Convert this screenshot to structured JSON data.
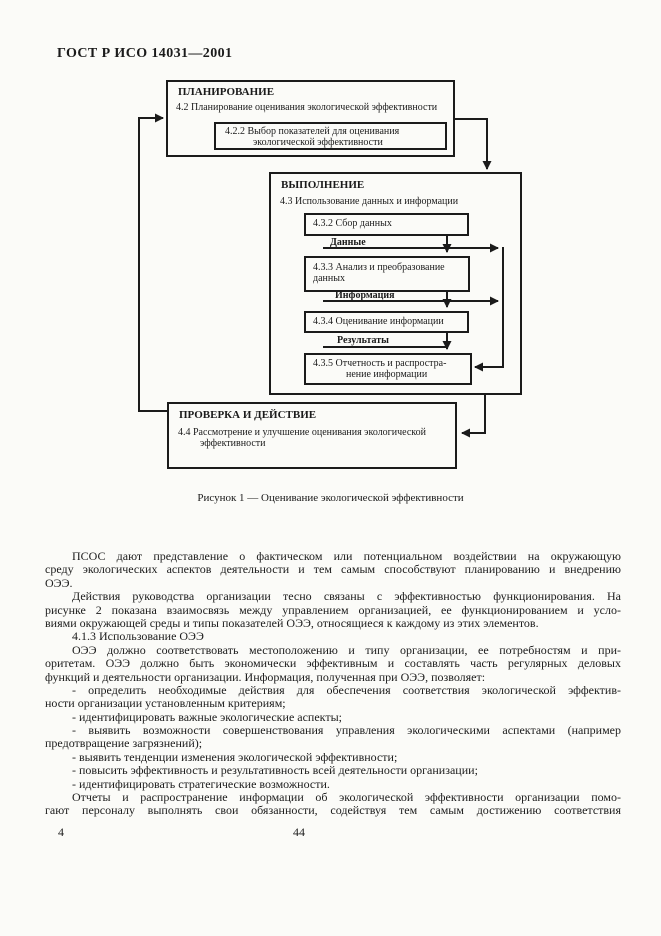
{
  "header": {
    "title": "ГОСТ Р ИСО 14031—2001"
  },
  "figure": {
    "caption": "Рисунок 1 — Оценивание экологической эффективности",
    "planning": {
      "title": "ПЛАНИРОВАНИЕ",
      "subtitle": "4.2 Планирование оценивания экологической эффективности",
      "selector_line1": "4.2.2 Выбор показателей для оценивания",
      "selector_line2": "экологической эффективности"
    },
    "implementation": {
      "title": "ВЫПОЛНЕНИЕ",
      "subtitle": "4.3 Использование данных и информации",
      "collect": "4.3.2 Сбор данных",
      "label_data": "Данные",
      "analyze_line1": "4.3.3 Анализ и преобразование",
      "analyze_line2": "данных",
      "label_information": "Информация",
      "assess": "4.3.4 Оценивание информации",
      "label_results": "Результаты",
      "report_line1": "4.3.5 Отчетность и распростра-",
      "report_line2": "нение информации"
    },
    "review": {
      "title": "ПРОВЕРКА И ДЕЙСТВИЕ",
      "line1": "4.4 Рассмотрение и улучшение оценивания экологической",
      "line2": "эффективности"
    }
  },
  "body": {
    "lines": [
      {
        "t": "ПСОС дают представление о фактическом или потенциальном воздействии на окружающую",
        "ind": true,
        "j": true
      },
      {
        "t": "среду экологических аспектов деятельности и тем самым способствуют планированию и внедрению",
        "j": true
      },
      {
        "t": "ОЭЭ."
      },
      {
        "t": "Действия руководства организации тесно связаны с эффективностью функционирования. На",
        "ind": true,
        "j": true
      },
      {
        "t": "рисунке 2 показана взаимосвязь между управлением организацией, ее функционированием и усло-",
        "j": true
      },
      {
        "t": "виями окружающей среды и типы показателей ОЭЭ, относящиеся к каждому из этих элементов."
      },
      {
        "t": "4.1.3  Использование ОЭЭ",
        "ind": true
      },
      {
        "t": "ОЭЭ должно соответствовать местоположению и типу организации, ее потребностям и при-",
        "ind": true,
        "j": true
      },
      {
        "t": "оритетам. ОЭЭ должно быть экономически эффективным и составлять часть регулярных деловых",
        "j": true
      },
      {
        "t": "функций и деятельности организации. Информация, полученная при ОЭЭ, позволяет:"
      },
      {
        "t": "-  определить необходимые действия для обеспечения соответствия экологической эффектив-",
        "ind": true,
        "j": true
      },
      {
        "t": "ности организации установленным критериям;"
      },
      {
        "t": "-  идентифицировать важные экологические аспекты;",
        "ind": true
      },
      {
        "t": "-  выявить возможности совершенствования управления экологическими аспектами (например",
        "ind": true,
        "j": true
      },
      {
        "t": "предотвращение загрязнений);"
      },
      {
        "t": "-  выявить тенденции изменения экологической  эффективности;",
        "ind": true
      },
      {
        "t": "-  повысить эффективность и результативность всей деятельности организации;",
        "ind": true
      },
      {
        "t": "-  идентифицировать стратегические возможности.",
        "ind": true
      },
      {
        "t": "Отчеты и распространение информации об экологической эффективности организации помо-",
        "ind": true,
        "j": true
      },
      {
        "t": "гают персоналу выполнять свои обязанности, содействуя тем самым достижению соответствия",
        "j": true
      }
    ]
  },
  "footer": {
    "page_left": "4",
    "page_center": "44"
  }
}
